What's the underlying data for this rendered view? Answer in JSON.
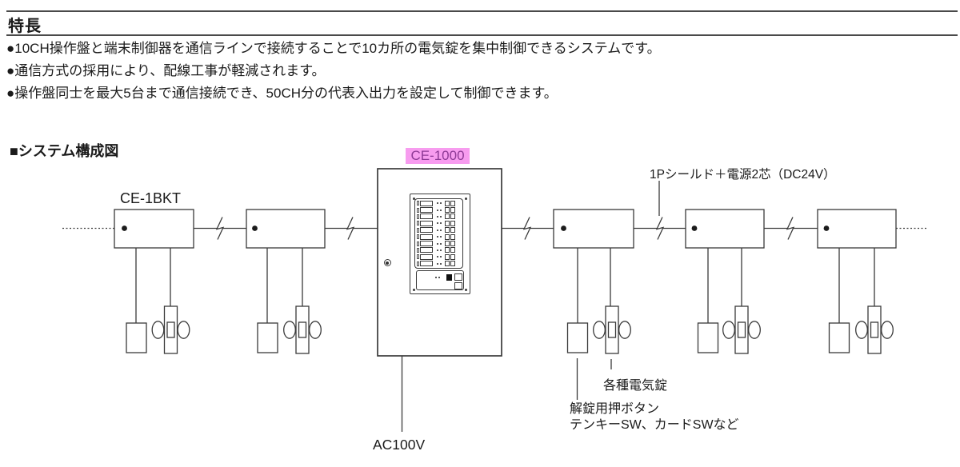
{
  "header": {
    "title": "特長",
    "bullets": [
      "●10CH操作盤と端末制御器を通信ラインで接続することで10カ所の電気錠を集中制御できるシステムです。",
      "●通信方式の採用により、配線工事が軽減されます。",
      "●操作盤同士を最大5台まで通信接続でき、50CH分の代表入出力を設定して制御できます。"
    ]
  },
  "diagram": {
    "title": "■システム構成図",
    "controller_label": "CE-1BKT",
    "panel_label": "CE-1000",
    "panel_label_bg": "#F79CEF",
    "panel_label_color": "#8E3A96",
    "cable_label": "1Pシールド＋電源2芯（DC24V）",
    "locks_label": "各種電気錠",
    "unlock_label_line1": "解錠用押ボタン",
    "unlock_label_line2": "テンキーSW、カードSWなど",
    "power_label": "AC100V",
    "channel_count": 10,
    "line_color": "#3a3a3a"
  }
}
